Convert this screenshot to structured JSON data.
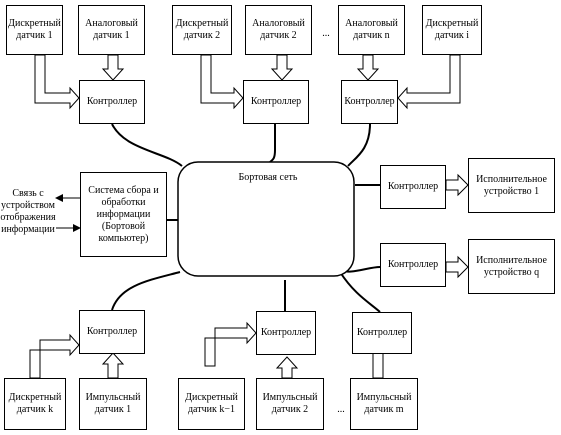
{
  "sensors_top": [
    {
      "text": "Дискретный\nдатчик 1"
    },
    {
      "text": "Аналоговый\nдатчик 1"
    },
    {
      "text": "Дискретный\nдатчик 2"
    },
    {
      "text": "Аналоговый\nдатчик 2"
    },
    {
      "text": "Аналоговый\nдатчик n"
    },
    {
      "text": "Дискретный\nдатчик i"
    }
  ],
  "ellipsis_top": "...",
  "controller_label": "Контроллер",
  "network": {
    "label": "Бортовая сеть"
  },
  "system": {
    "text": "Система сбора и\nобработки\nинформации\n(Бортовой\nкомпьютер)"
  },
  "display_link": {
    "text": "Связь с\nустройством\nотображения\nинформации"
  },
  "actuators": [
    {
      "text": "Исполнительное\nустройство 1"
    },
    {
      "text": "Исполнительное\nустройство q"
    }
  ],
  "sensors_bottom": [
    {
      "text": "Дискретный\nдатчик k"
    },
    {
      "text": "Импульсный\nдатчик 1"
    },
    {
      "text": "Дискретный\nдатчик k−1"
    },
    {
      "text": "Импульсный\nдатчик 2"
    },
    {
      "text": "Импульсный\nдатчик m"
    }
  ],
  "ellipsis_bottom": "..."
}
